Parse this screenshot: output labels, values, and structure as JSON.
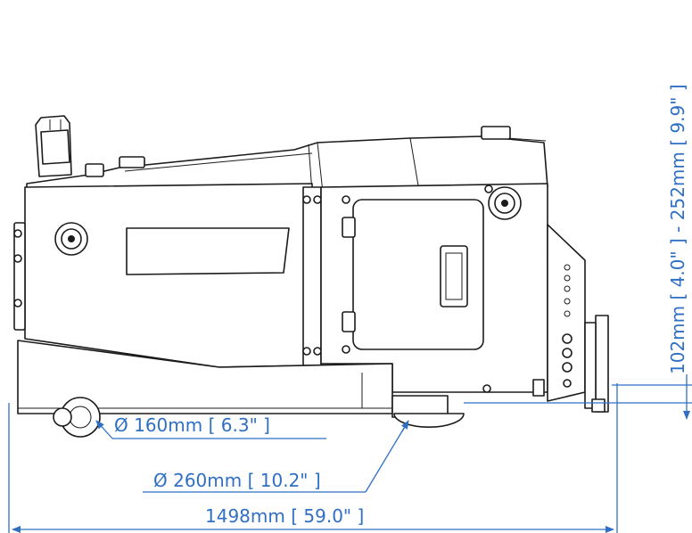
{
  "dimensions": {
    "small_wheel": "Ø 160mm [ 6.3\" ]",
    "large_wheel": "Ø 260mm [ 10.2\" ]",
    "overall_length": "1498mm [ 59.0\" ]",
    "height_range": "102mm [ 4.0\" ]  - 252mm [ 9.9\" ]"
  },
  "colors": {
    "dimension": "#2f6fc4",
    "outline": "#1b1b1b"
  }
}
